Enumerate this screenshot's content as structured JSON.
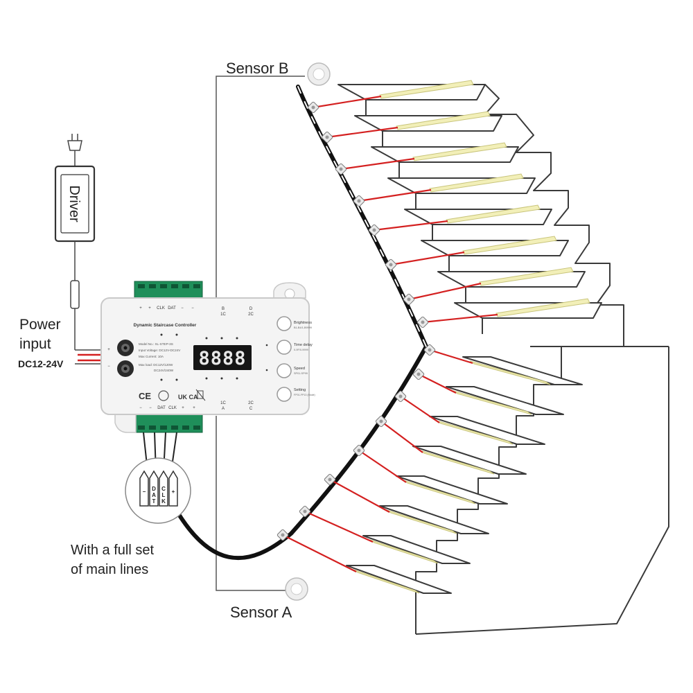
{
  "labels": {
    "sensor_b": "Sensor B",
    "sensor_a": "Sensor A",
    "driver": "Driver",
    "power_input_line1": "Power",
    "power_input_line2": "input",
    "power_voltage": "DC12-24V",
    "main_lines_line1": "With a full set",
    "main_lines_line2": "of main lines"
  },
  "controller": {
    "title": "Dynamic Staircase Controller",
    "display": "8888",
    "model_no": "Model No.: XL-STEP-3S",
    "input_voltage": "Input Voltage: DC12V-DC24V",
    "max_current": "Max Current: 10A",
    "max_load": "Max load: DC12V/120W",
    "max_load2": "DC24V/240W",
    "marks": [
      "CE",
      "UK CA"
    ],
    "buttons": [
      {
        "label": "Brightness",
        "sub": "B1-B4/1-B9999"
      },
      {
        "label": "Time delay",
        "sub": "0-9F/0-9999"
      },
      {
        "label": "Speed",
        "sub": "SP01-SP99"
      },
      {
        "label": "Setting",
        "sub": "FP01-FP13 (Mode)"
      }
    ],
    "top_terminals": [
      "+",
      "+",
      "CLK",
      "DAT",
      "−",
      "−"
    ],
    "bottom_terminals": [
      "−",
      "−",
      "DAT",
      "CLK",
      "+",
      "+"
    ],
    "top_sensor_label": [
      "B",
      "1C",
      "D",
      "2C"
    ],
    "bottom_sensor_label": [
      "1C",
      "A",
      "2C",
      "C"
    ],
    "left_terminals": [
      "+",
      "−"
    ]
  },
  "cable_labels": [
    "−",
    "DAT",
    "CLK",
    "+"
  ],
  "colors": {
    "wire_red": "#d42020",
    "led_strip": "#f2efb8",
    "led_edge": "#c8c47a",
    "controller_body": "#f2f2f2",
    "terminal_green": "#1f8f5a",
    "display_bg": "#151515",
    "display_digit": "#e8e8e8"
  },
  "icons": [
    "plug-icon",
    "sensor-icon",
    "button-icon",
    "ce-mark-icon",
    "ukca-mark-icon",
    "weee-icon"
  ]
}
